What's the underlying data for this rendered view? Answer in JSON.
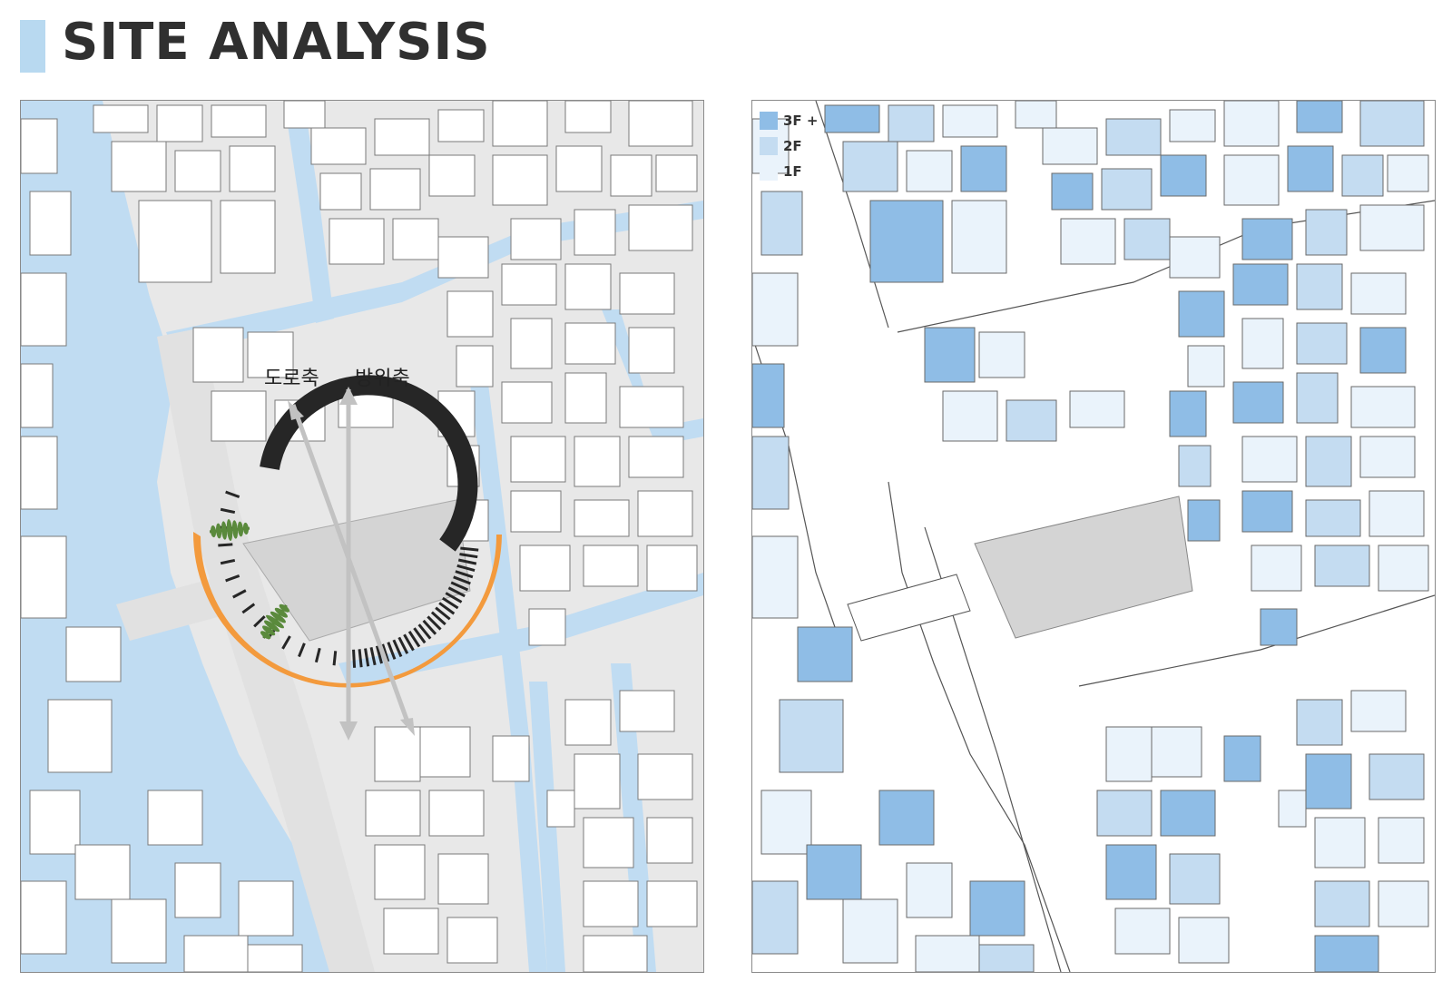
{
  "header": {
    "title": "SITE ANALYSIS"
  },
  "left_map": {
    "axis_labels": {
      "road_axis": "도로축",
      "cardinal_axis": "방위축"
    }
  },
  "right_map": {
    "legend": [
      {
        "label": "3F +",
        "color": "#8fbde6"
      },
      {
        "label": "2F",
        "color": "#c4dcf1"
      },
      {
        "label": "1F",
        "color": "#eaf3fb"
      }
    ]
  },
  "colors": {
    "water": "#c0dcf2",
    "ground": "#e8e8e8",
    "building": "#ffffff",
    "site": "#d4d4d4",
    "sun_path": "#f39a3d",
    "wind_arc": "#262626",
    "tree": "#5a8a3c",
    "axis_arrow": "#c2c2c2",
    "floor_3f": "#8fbde6",
    "floor_2f": "#c4dcf1",
    "floor_1f": "#eaf3fb"
  },
  "icons": [
    "tree-icon",
    "axis-arrow-icon",
    "sun-path-arc",
    "wind-arc"
  ]
}
